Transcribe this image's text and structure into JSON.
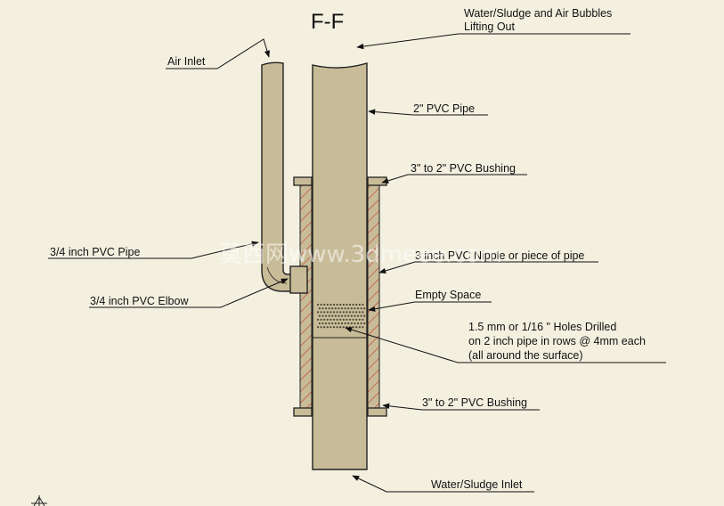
{
  "diagram": {
    "title": "F-F",
    "watermark": "莫西网www.3dmeee.com",
    "labels": {
      "water_air_out_line1": "Water/Sludge and Air Bubbles",
      "water_air_out_line2": "Lifting Out",
      "air_inlet": "Air Inlet",
      "pvc_pipe_2in": "2\" PVC Pipe",
      "bushing_top": "3\" to 2\" PVC Bushing",
      "pvc_pipe_34": "3/4 inch PVC Pipe",
      "nipple_3in": "3 inch PVC Nipple or piece of pipe",
      "pvc_elbow_34": "3/4 inch PVC Elbow",
      "empty_space": "Empty Space",
      "holes_line1": "1.5 mm or 1/16 \" Holes Drilled",
      "holes_line2": "on 2 inch pipe in rows @ 4mm each",
      "holes_line3": "(all around the surface)",
      "bushing_bottom": "3\" to 2\" PVC Bushing",
      "water_inlet": "Water/Sludge Inlet"
    },
    "colors": {
      "background": "#f3f0e0",
      "pipe_fill": "#c8bc98",
      "hatch": "#c0392b",
      "outline": "#222222"
    }
  }
}
